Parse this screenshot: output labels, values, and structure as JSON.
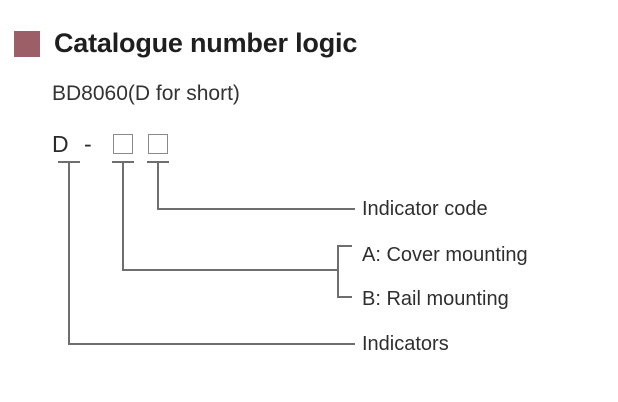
{
  "header": {
    "title": "Catalogue number logic",
    "bullet_color": "#9c5f68"
  },
  "subtitle": "BD8060(D for short)",
  "code": {
    "letter": "D",
    "separator": "-",
    "box_1_placeholder": "",
    "box_2_placeholder": ""
  },
  "labels": {
    "indicator_code": "Indicator code",
    "cover_mounting": "A: Cover mounting",
    "rail_mounting": "B: Rail mounting",
    "indicators": "Indicators"
  },
  "line_color": "#6e6e6e",
  "text_color": "#2f2f2f"
}
